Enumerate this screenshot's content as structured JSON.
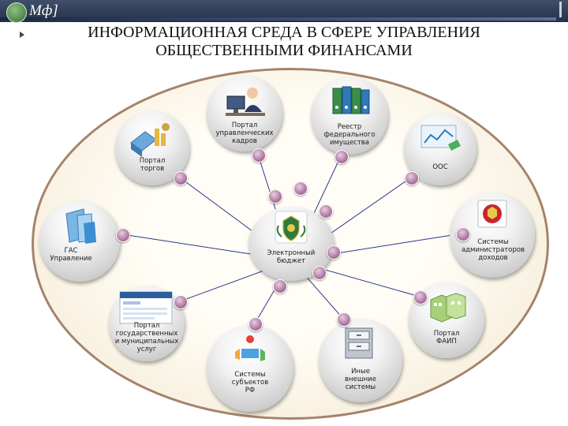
{
  "header": {
    "logo_text": "Мф]"
  },
  "title": "ИНФОРМАЦИОННАЯ СРЕДА В СФЕРЕ УПРАВЛЕНИЯ\nОБЩЕСТВЕННЫМИ ФИНАНСАМИ",
  "center": {
    "label": "Электронный\nбюджет"
  },
  "nodes": [
    {
      "id": "portal-kadry",
      "label": "Портал\nуправленческих\nкадров"
    },
    {
      "id": "reestr",
      "label": "Реестр\nфедерального\nимущества"
    },
    {
      "id": "portal-torgov",
      "label": "Портал\nторгов"
    },
    {
      "id": "oos",
      "label": "ООС"
    },
    {
      "id": "gas",
      "label": "ГАС\nУправление"
    },
    {
      "id": "admin-dohodov",
      "label": "Системы\nадминистраторов\nдоходов"
    },
    {
      "id": "portal-uslug",
      "label": "Портал\nгосударственных\nи муниципальных\nуслуг"
    },
    {
      "id": "portal-faip",
      "label": "Портал\nФАИП"
    },
    {
      "id": "sistemy-rf",
      "label": "Системы\nсубъектов\nРФ"
    },
    {
      "id": "inye",
      "label": "Иные\nвнешние\nсистемы"
    }
  ],
  "colors": {
    "border": "#a5836a",
    "link": "#2b3a8a",
    "dot": "#a56b96"
  }
}
